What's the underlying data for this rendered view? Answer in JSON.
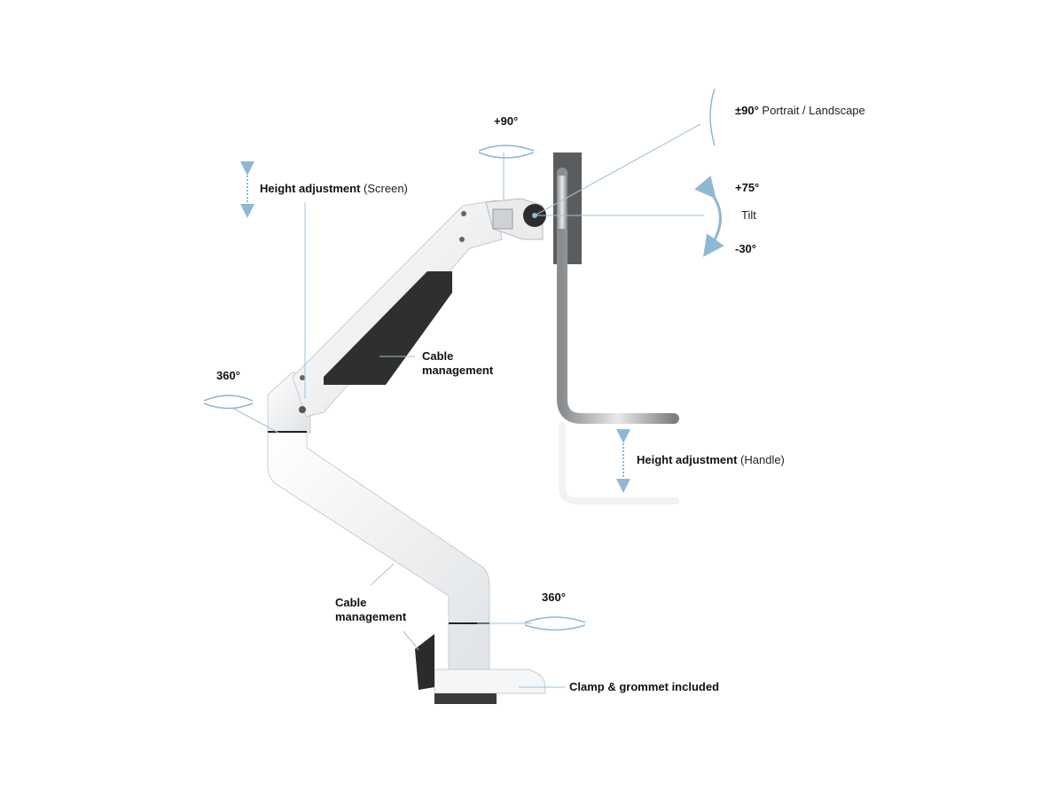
{
  "labels": {
    "rotation_top": "+90°",
    "portrait_deg": "±90°",
    "portrait_text": "Portrait / Landscape",
    "height_screen_bold": "Height adjustment",
    "height_screen_note": "(Screen)",
    "tilt_up": "+75°",
    "tilt": "Tilt",
    "tilt_down": "-30°",
    "cable_upper_1": "Cable",
    "cable_upper_2": "management",
    "rotation_mid": "360°",
    "height_handle_bold": "Height adjustment",
    "height_handle_note": "(Handle)",
    "cable_lower_1": "Cable",
    "cable_lower_2": "management",
    "rotation_base": "360°",
    "clamp": "Clamp & grommet included"
  },
  "colors": {
    "accent": "#8fb8d4",
    "arm": "#f2f3f4",
    "dark": "#2b2b2b"
  }
}
